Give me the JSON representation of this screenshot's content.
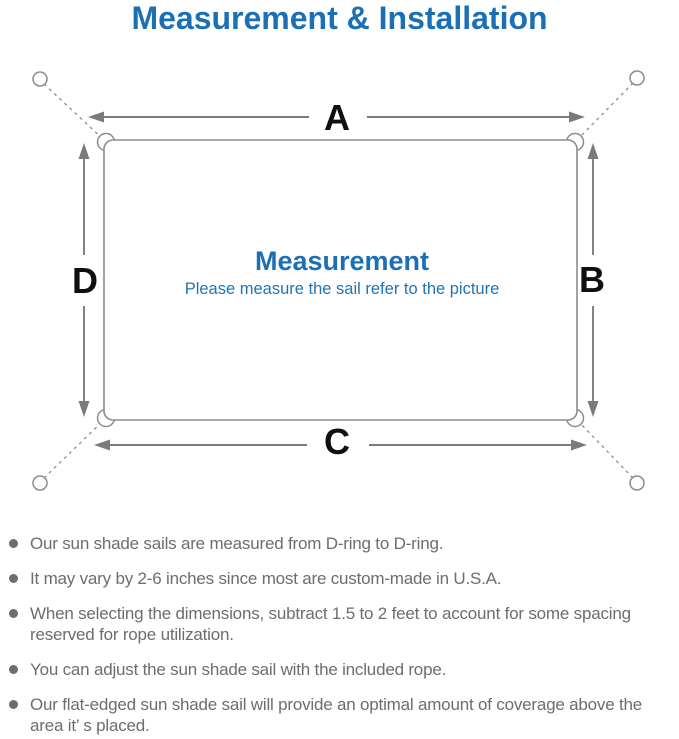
{
  "title": "Measurement & Installation",
  "colors": {
    "accent_blue": "#1a6fb5",
    "diagram_line_gray": "#8c8c8c",
    "arrow_gray": "#7b7b7b",
    "note_text_gray": "#6d6d6d",
    "dimension_label_black": "#0f0f0f"
  },
  "diagram": {
    "center_title": "Measurement",
    "center_subtitle": "Please measure the sail refer to the picture",
    "labels": {
      "top": "A",
      "right": "B",
      "bottom": "C",
      "left": "D"
    }
  },
  "bullets": [
    "Our sun shade sails are measured from D-ring to D-ring.",
    "It may vary by 2-6 inches since most are custom-made in U.S.A.",
    "When selecting the dimensions, subtract 1.5 to 2 feet to account for some spacing reserved for rope utilization.",
    "You can adjust the sun shade sail with the included rope.",
    "Our flat-edged sun shade sail will provide an optimal amount of coverage above the area it’ s placed."
  ]
}
